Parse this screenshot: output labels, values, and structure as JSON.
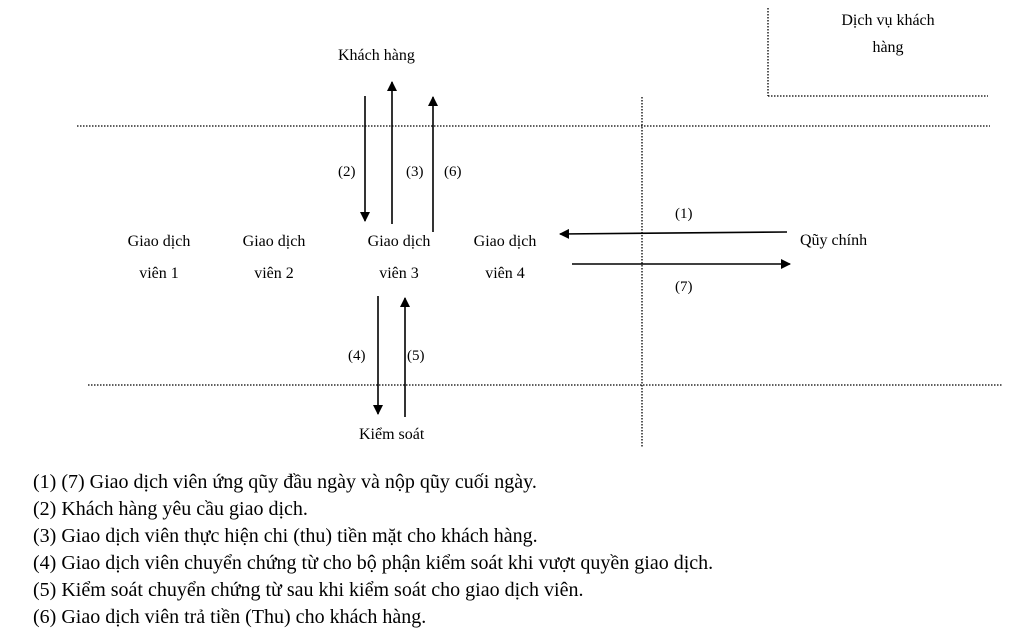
{
  "top_right_box": {
    "line1": "Dịch vụ khách",
    "line2": "hàng"
  },
  "nodes": {
    "customer": "Khách hàng",
    "control": "Kiểm soát",
    "main_fund": "Qũy chính",
    "tellers": [
      {
        "line1": "Giao dịch",
        "line2": "viên 1"
      },
      {
        "line1": "Giao dịch",
        "line2": "viên 2"
      },
      {
        "line1": "Giao dịch",
        "line2": "viên 3"
      },
      {
        "line1": "Giao dịch",
        "line2": "viên 4"
      }
    ]
  },
  "arrow_labels": {
    "n1": "(1)",
    "n2": "(2)",
    "n3": "(3)",
    "n4": "(4)",
    "n5": "(5)",
    "n6": "(6)",
    "n7": "(7)"
  },
  "legend": [
    "(1) (7) Giao dịch viên  ứng qũy đầu ngày và nộp qũy cuối ngày.",
    "(2) Khách hàng yêu cầu giao dịch.",
    "(3) Giao dịch viên thực hiện chi  (thu) tiền mặt cho khách hàng.",
    "(4) Giao dịch viên chuyển chứng từ cho bộ phận kiểm soát khi vượt quyền giao dịch.",
    "(5) Kiểm soát chuyển chứng từ sau khi kiểm soát cho giao dịch viên.",
    "(6) Giao dịch viên  trả tiền (Thu) cho khách hàng."
  ]
}
